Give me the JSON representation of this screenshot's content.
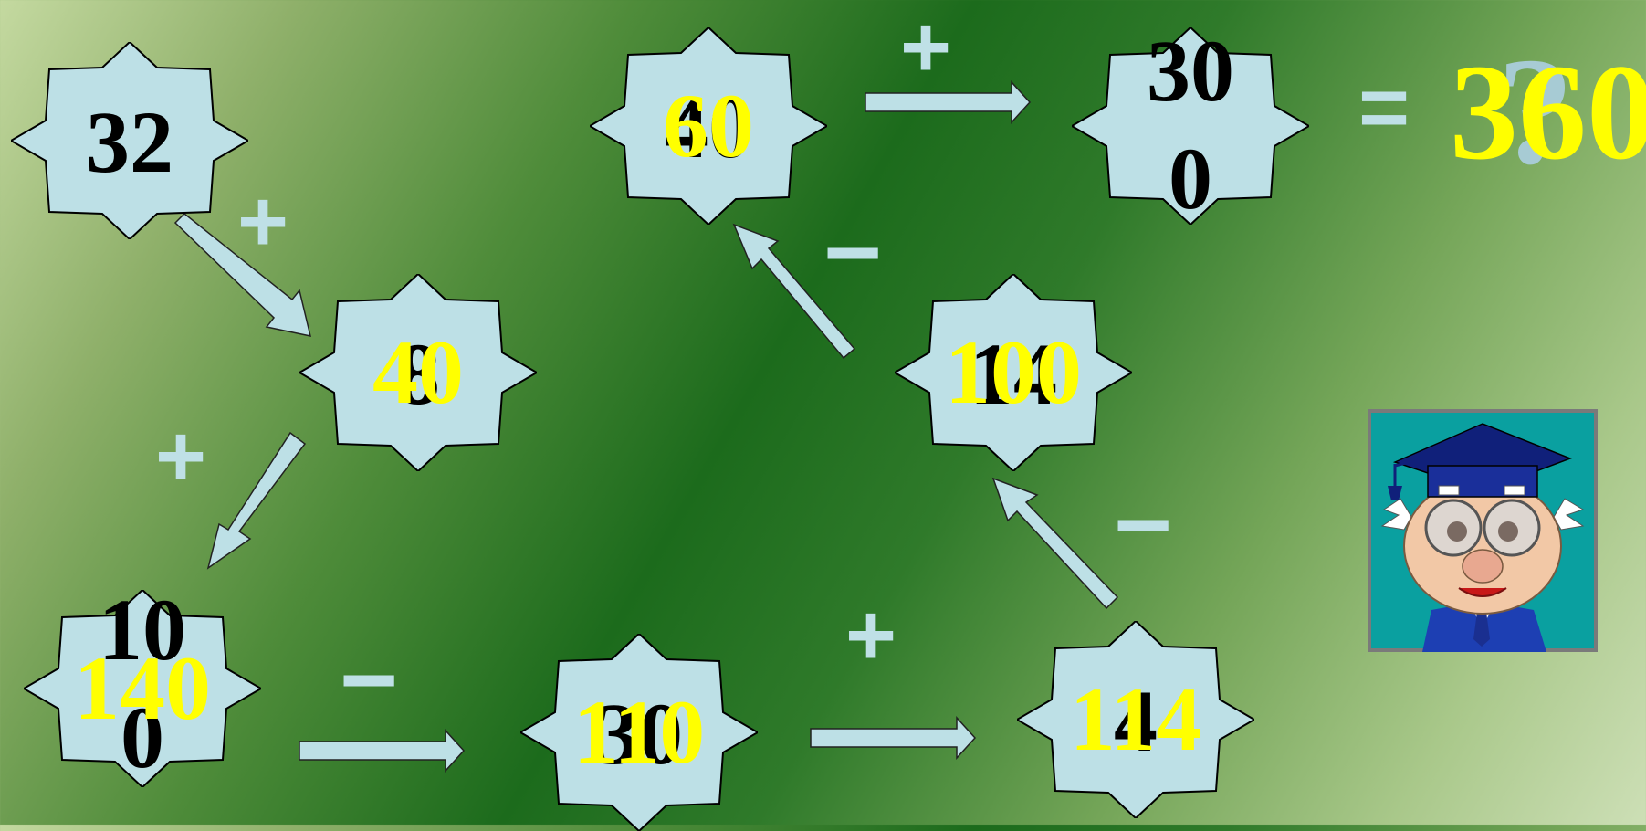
{
  "colors": {
    "star_fill": "#bde0e6",
    "star_stroke": "#000000",
    "arrow_fill": "#bde0e6",
    "operator": "#bfe0e6",
    "answer": "#ffff00",
    "question_text": "#000000"
  },
  "stars": [
    {
      "id": "star-1",
      "question": "32",
      "answer": ""
    },
    {
      "id": "star-2",
      "question": "8",
      "answer": "40"
    },
    {
      "id": "star-3",
      "question_top": "10",
      "question_bottom": "0",
      "answer": "140"
    },
    {
      "id": "star-4",
      "question": "30",
      "answer": "110"
    },
    {
      "id": "star-5",
      "question": "4",
      "answer": "114"
    },
    {
      "id": "star-6",
      "question": "14",
      "answer": "100"
    },
    {
      "id": "star-7",
      "question": "40",
      "answer": "60"
    },
    {
      "id": "star-8",
      "question_top": "30",
      "question_bottom": "0",
      "answer": ""
    }
  ],
  "operators": {
    "op1": "+",
    "op2": "+",
    "op3": "−",
    "op4": "+",
    "op5": "−",
    "op6": "−",
    "op7": "+"
  },
  "result": {
    "equals": "=",
    "question_mark": "?",
    "answer": "360"
  },
  "icons": {
    "professor": "professor-owl-icon"
  }
}
